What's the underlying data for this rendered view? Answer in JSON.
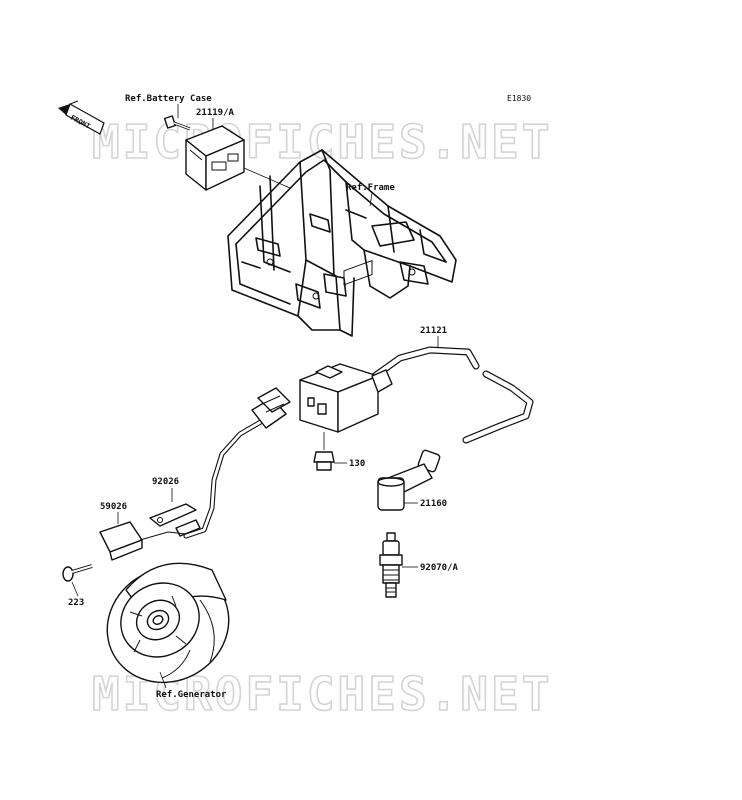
{
  "diagram": {
    "code": "E1830",
    "watermark": "MICROFICHES.NET",
    "front_label": "FRONT",
    "labels": {
      "ref_battery_case": "Ref.Battery Case",
      "part_21119a": "21119/A",
      "ref_frame": "Ref.Frame",
      "part_21121": "21121",
      "part_130": "130",
      "part_92026": "92026",
      "part_59026": "59026",
      "part_223": "223",
      "part_21160": "21160",
      "part_92070a": "92070/A",
      "ref_generator": "Ref.Generator"
    }
  }
}
